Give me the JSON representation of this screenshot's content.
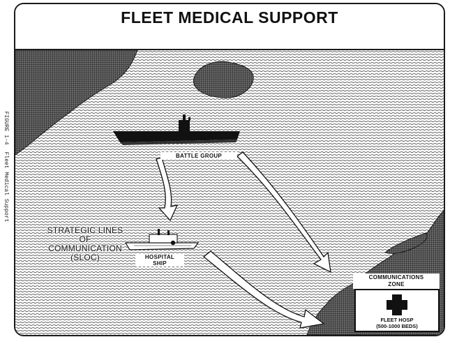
{
  "title": "FLEET MEDICAL SUPPORT",
  "side_caption": {
    "line1": "FIGURE 1-4",
    "line2": "Fleet Medical Support"
  },
  "labels": {
    "battle_group": "BATTLE GROUP",
    "hospital_ship_line1": "HOSPITAL",
    "hospital_ship_line2": "SHIP",
    "comm_zone_line1": "COMMUNICATIONS",
    "comm_zone_line2": "ZONE",
    "sloc_line1": "STRATEGIC LINES",
    "sloc_line2": "OF",
    "sloc_line3": "COMMUNICATION",
    "sloc_line4": "(SLOC)",
    "fleet_hosp_line1": "FLEET HOSP",
    "fleet_hosp_line2": "(500-1000 BEDS)"
  },
  "colors": {
    "ink": "#111111",
    "sea_hatch": "#6b6b6b",
    "land": "#3a3a3a",
    "paper": "#ffffff"
  },
  "icons": {
    "hospital_symbol": "red-cross-icon"
  }
}
